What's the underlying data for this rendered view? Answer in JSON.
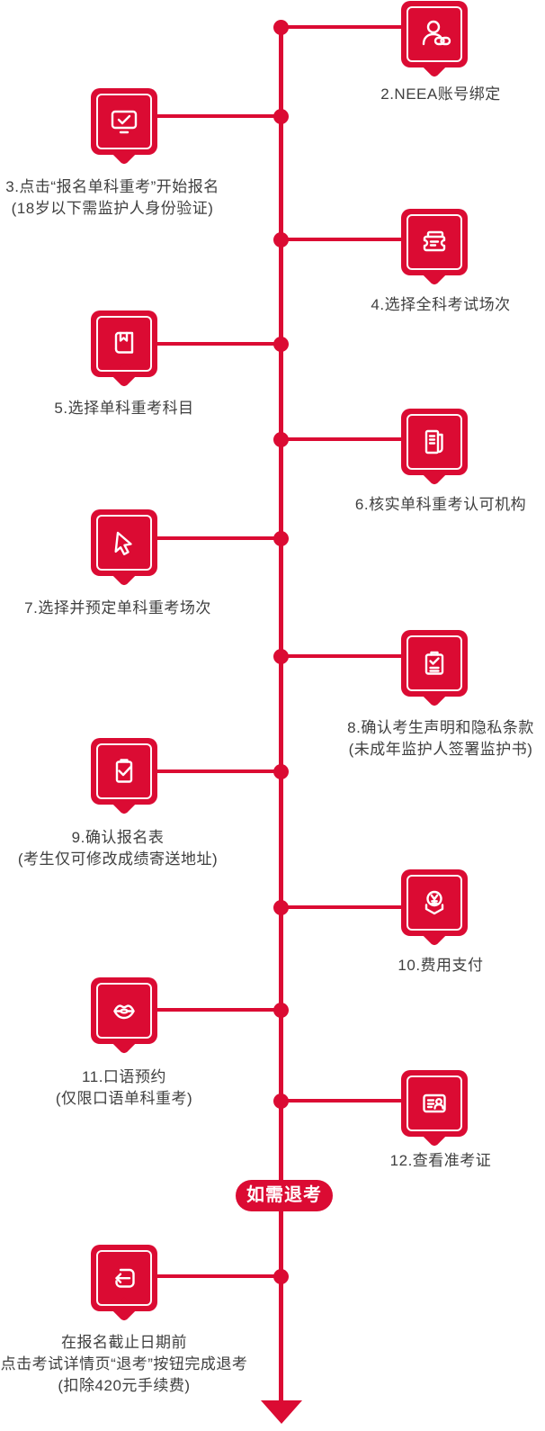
{
  "colors": {
    "accent_red": "#db0b33",
    "text": "#3f3f3f",
    "background": "#ffffff"
  },
  "timeline": {
    "badge": {
      "label": "如需退考"
    },
    "steps": [
      {
        "id": "2",
        "side": "right",
        "icon": "user-link-icon",
        "lines": [
          "2.NEEA账号绑定"
        ]
      },
      {
        "id": "3",
        "side": "left",
        "icon": "monitor-check-icon",
        "lines": [
          "3.点击“报名单科重考”开始报名",
          "(18岁以下需监护人身份验证)"
        ]
      },
      {
        "id": "4",
        "side": "right",
        "icon": "ticket-icon",
        "lines": [
          "4.选择全科考试场次"
        ]
      },
      {
        "id": "5",
        "side": "left",
        "icon": "book-icon",
        "lines": [
          "5.选择单科重考科目"
        ]
      },
      {
        "id": "6",
        "side": "right",
        "icon": "document-lines-icon",
        "lines": [
          "6.核实单科重考认可机构"
        ]
      },
      {
        "id": "7",
        "side": "left",
        "icon": "cursor-icon",
        "lines": [
          "7.选择并预定单科重考场次"
        ]
      },
      {
        "id": "8",
        "side": "right",
        "icon": "clipboard-check-icon",
        "lines": [
          "8.确认考生声明和隐私条款",
          "(未成年监护人签署监护书)"
        ]
      },
      {
        "id": "9",
        "side": "left",
        "icon": "form-check-icon",
        "lines": [
          "9.确认报名表",
          "(考生仅可修改成绩寄送地址)"
        ]
      },
      {
        "id": "10",
        "side": "right",
        "icon": "payment-yuan-icon",
        "lines": [
          "10.费用支付"
        ]
      },
      {
        "id": "11",
        "side": "left",
        "icon": "lips-icon",
        "lines": [
          "11.口语预约",
          "(仅限口语单科重考)"
        ]
      },
      {
        "id": "12",
        "side": "right",
        "icon": "id-card-icon",
        "lines": [
          "12.查看准考证"
        ]
      },
      {
        "id": "13",
        "side": "left",
        "icon": "withdraw-icon",
        "lines": [
          "在报名截止日期前",
          "点击考试详情页“退考”按钮完成退考",
          "(扣除420元手续费)"
        ]
      }
    ]
  }
}
